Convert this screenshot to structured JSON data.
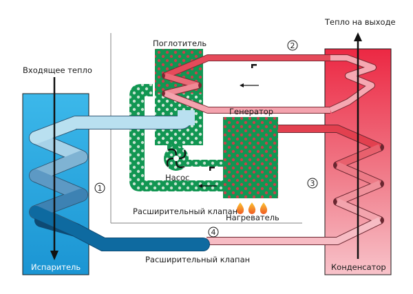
{
  "title": "Absorption heat pump diagram",
  "colors": {
    "evaporator_top": "#35b4e6",
    "evaporator_bottom": "#1e9ad6",
    "condenser_top": "#ec2b45",
    "condenser_bottom": "#f6b4bd",
    "solution_green": "#119652",
    "hot_pipe": "#e54a5a",
    "warm_pipe": "#f4a3ae",
    "cold_pipe_light": "#b9e0f0",
    "cold_pipe_dark": "#0e6aa0",
    "flame": "#f28a1e"
  },
  "labels": {
    "incoming_heat": "Входящее тепло",
    "outgoing_heat": "Тепло на выходе",
    "absorber": "Поглотитель",
    "generator": "Генератор",
    "pump": "Насос",
    "expansion_valve_inner": "Расширительный клапан",
    "heater": "Нагреватель",
    "expansion_valve_outer": "Расширительный клапан",
    "evaporator": "Испаритель",
    "condenser": "Конденсатор"
  },
  "steps": [
    "1",
    "2",
    "3",
    "4"
  ]
}
